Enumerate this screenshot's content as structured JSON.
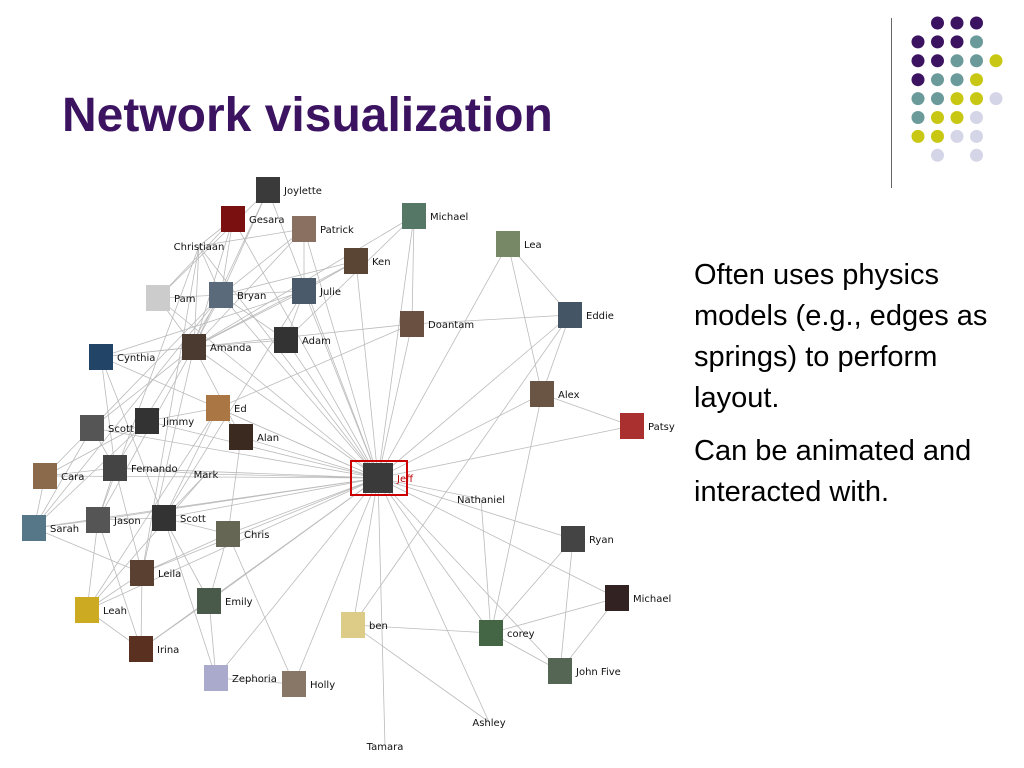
{
  "title": "Network visualization",
  "bullets": [
    "Often uses physics models (e.g., edges as springs) to perform layout.",
    "Can be animated and interacted with."
  ],
  "colors": {
    "title": "#3c1361",
    "dot_purple": "#3c1361",
    "dot_teal": "#6b9a9a",
    "dot_yellow": "#c8c814",
    "dot_lavender": "#d5d5e8",
    "edge": "#bbbbbb",
    "highlight": "#cc0000"
  },
  "network": {
    "center": "Jeff",
    "nodes": [
      {
        "id": "Jeff",
        "thumb": "#3a3a3a"
      },
      {
        "id": "Joylette",
        "thumb": "#3a3a3a"
      },
      {
        "id": "Gesara",
        "thumb": "#7a1010"
      },
      {
        "id": "Patrick",
        "thumb": "#8a7060"
      },
      {
        "id": "Christiaan",
        "thumb": null
      },
      {
        "id": "Ken",
        "thumb": "#5a4535"
      },
      {
        "id": "Michael",
        "thumb": "#557766"
      },
      {
        "id": "Lea",
        "thumb": "#778866"
      },
      {
        "id": "Pam",
        "thumb": "#cccccc"
      },
      {
        "id": "Bryan",
        "thumb": "#5a6a7a"
      },
      {
        "id": "Julie",
        "thumb": "#4a5a6a"
      },
      {
        "id": "Adam",
        "thumb": "#333333"
      },
      {
        "id": "Doantam",
        "thumb": "#6a5040"
      },
      {
        "id": "Eddie",
        "thumb": "#445566"
      },
      {
        "id": "Cynthia",
        "thumb": "#224466"
      },
      {
        "id": "Amanda",
        "thumb": "#4a3a30"
      },
      {
        "id": "Alex",
        "thumb": "#6a5545"
      },
      {
        "id": "Patsy",
        "thumb": "#aa3030"
      },
      {
        "id": "Scott",
        "thumb": "#555555"
      },
      {
        "id": "Jimmy",
        "thumb": "#333333"
      },
      {
        "id": "Ed",
        "thumb": "#aa7744"
      },
      {
        "id": "Alan",
        "thumb": "#3a2a20"
      },
      {
        "id": "Cara",
        "thumb": "#8a6a4a"
      },
      {
        "id": "Fernando",
        "thumb": "#444444"
      },
      {
        "id": "Mark",
        "thumb": null
      },
      {
        "id": "Nathaniel",
        "thumb": null
      },
      {
        "id": "Sarah",
        "thumb": "#557788"
      },
      {
        "id": "Jason",
        "thumb": "#555555"
      },
      {
        "id": "Scott",
        "thumb": "#333333"
      },
      {
        "id": "Chris",
        "thumb": "#666655"
      },
      {
        "id": "Ryan",
        "thumb": "#444444"
      },
      {
        "id": "Leila",
        "thumb": "#5a4030"
      },
      {
        "id": "Michael",
        "thumb": "#332222"
      },
      {
        "id": "Leah",
        "thumb": "#ccaa22"
      },
      {
        "id": "Emily",
        "thumb": "#4a5a4a"
      },
      {
        "id": "ben",
        "thumb": "#ddcc88"
      },
      {
        "id": "corey",
        "thumb": "#446644"
      },
      {
        "id": "Irina",
        "thumb": "#5a3020"
      },
      {
        "id": "John Five",
        "thumb": "#556655"
      },
      {
        "id": "Zephoria",
        "thumb": "#aaaacc"
      },
      {
        "id": "Holly",
        "thumb": "#887766"
      },
      {
        "id": "Ashley",
        "thumb": null
      },
      {
        "id": "Tamara",
        "thumb": null
      }
    ],
    "edges": [
      [
        0,
        1
      ],
      [
        0,
        2
      ],
      [
        0,
        3
      ],
      [
        0,
        4
      ],
      [
        0,
        5
      ],
      [
        0,
        6
      ],
      [
        0,
        7
      ],
      [
        0,
        8
      ],
      [
        0,
        9
      ],
      [
        0,
        10
      ],
      [
        0,
        11
      ],
      [
        0,
        12
      ],
      [
        0,
        13
      ],
      [
        0,
        14
      ],
      [
        0,
        15
      ],
      [
        0,
        16
      ],
      [
        0,
        17
      ],
      [
        0,
        18
      ],
      [
        0,
        19
      ],
      [
        0,
        20
      ],
      [
        0,
        21
      ],
      [
        0,
        22
      ],
      [
        0,
        23
      ],
      [
        0,
        24
      ],
      [
        0,
        25
      ],
      [
        0,
        26
      ],
      [
        0,
        27
      ],
      [
        0,
        28
      ],
      [
        0,
        29
      ],
      [
        0,
        30
      ],
      [
        0,
        31
      ],
      [
        0,
        32
      ],
      [
        0,
        33
      ],
      [
        0,
        34
      ],
      [
        0,
        35
      ],
      [
        0,
        36
      ],
      [
        0,
        37
      ],
      [
        0,
        38
      ],
      [
        0,
        39
      ],
      [
        0,
        40
      ],
      [
        0,
        41
      ],
      [
        0,
        42
      ],
      [
        1,
        9
      ],
      [
        1,
        15
      ],
      [
        1,
        8
      ],
      [
        2,
        9
      ],
      [
        2,
        15
      ],
      [
        2,
        4
      ],
      [
        3,
        9
      ],
      [
        3,
        15
      ],
      [
        3,
        10
      ],
      [
        4,
        9
      ],
      [
        4,
        15
      ],
      [
        4,
        31
      ],
      [
        4,
        27
      ],
      [
        5,
        10
      ],
      [
        5,
        9
      ],
      [
        5,
        15
      ],
      [
        6,
        12
      ],
      [
        6,
        15
      ],
      [
        7,
        13
      ],
      [
        7,
        16
      ],
      [
        8,
        9
      ],
      [
        8,
        15
      ],
      [
        9,
        15
      ],
      [
        9,
        10
      ],
      [
        9,
        11
      ],
      [
        9,
        18
      ],
      [
        9,
        23
      ],
      [
        9,
        26
      ],
      [
        10,
        15
      ],
      [
        10,
        11
      ],
      [
        10,
        14
      ],
      [
        10,
        28
      ],
      [
        11,
        15
      ],
      [
        12,
        13
      ],
      [
        12,
        14
      ],
      [
        12,
        20
      ],
      [
        13,
        16
      ],
      [
        13,
        35
      ],
      [
        14,
        15
      ],
      [
        14,
        23
      ],
      [
        14,
        28
      ],
      [
        15,
        18
      ],
      [
        15,
        27
      ],
      [
        15,
        21
      ],
      [
        15,
        31
      ],
      [
        16,
        17
      ],
      [
        16,
        36
      ],
      [
        18,
        23
      ],
      [
        18,
        22
      ],
      [
        19,
        26
      ],
      [
        19,
        20
      ],
      [
        20,
        21
      ],
      [
        20,
        28
      ],
      [
        20,
        33
      ],
      [
        21,
        29
      ],
      [
        22,
        23
      ],
      [
        22,
        26
      ],
      [
        23,
        27
      ],
      [
        23,
        31
      ],
      [
        24,
        28
      ],
      [
        24,
        33
      ],
      [
        26,
        27
      ],
      [
        26,
        31
      ],
      [
        27,
        28
      ],
      [
        27,
        33
      ],
      [
        27,
        37
      ],
      [
        28,
        29
      ],
      [
        28,
        34
      ],
      [
        28,
        39
      ],
      [
        29,
        34
      ],
      [
        29,
        40
      ],
      [
        30,
        36
      ],
      [
        30,
        38
      ],
      [
        31,
        33
      ],
      [
        31,
        37
      ],
      [
        32,
        36
      ],
      [
        32,
        38
      ],
      [
        33,
        37
      ],
      [
        34,
        39
      ],
      [
        34,
        37
      ],
      [
        35,
        36
      ],
      [
        36,
        38
      ],
      [
        40,
        39
      ],
      [
        29,
        31
      ],
      [
        18,
        26
      ],
      [
        19,
        22
      ],
      [
        3,
        4
      ],
      [
        2,
        8
      ],
      [
        11,
        6
      ],
      [
        25,
        36
      ],
      [
        24,
        23
      ],
      [
        41,
        35
      ]
    ]
  }
}
